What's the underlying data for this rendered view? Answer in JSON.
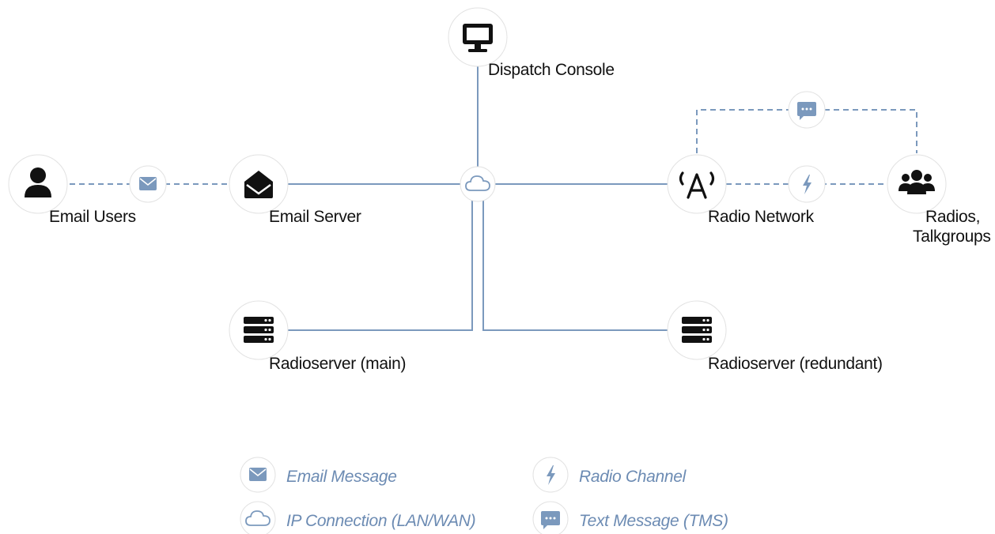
{
  "nodes": {
    "dispatch_console": "Dispatch Console",
    "email_users": "Email Users",
    "email_server": "Email Server",
    "radio_network": "Radio Network",
    "radios_line1": "Radios,",
    "radios_line2": "Talkgroups",
    "radioserver_main": "Radioserver (main)",
    "radioserver_redundant": "Radioserver (redundant)"
  },
  "legend": {
    "email_message": "Email Message",
    "ip_connection": "IP Connection (LAN/WAN)",
    "radio_channel": "Radio Channel",
    "text_message": "Text Message (TMS)"
  },
  "colors": {
    "connector": "#7b99bd",
    "icon_dark": "#111111",
    "icon_light": "#7b99bd",
    "legend_text": "#6c8bb3",
    "circle_border": "#e2e2e2"
  }
}
